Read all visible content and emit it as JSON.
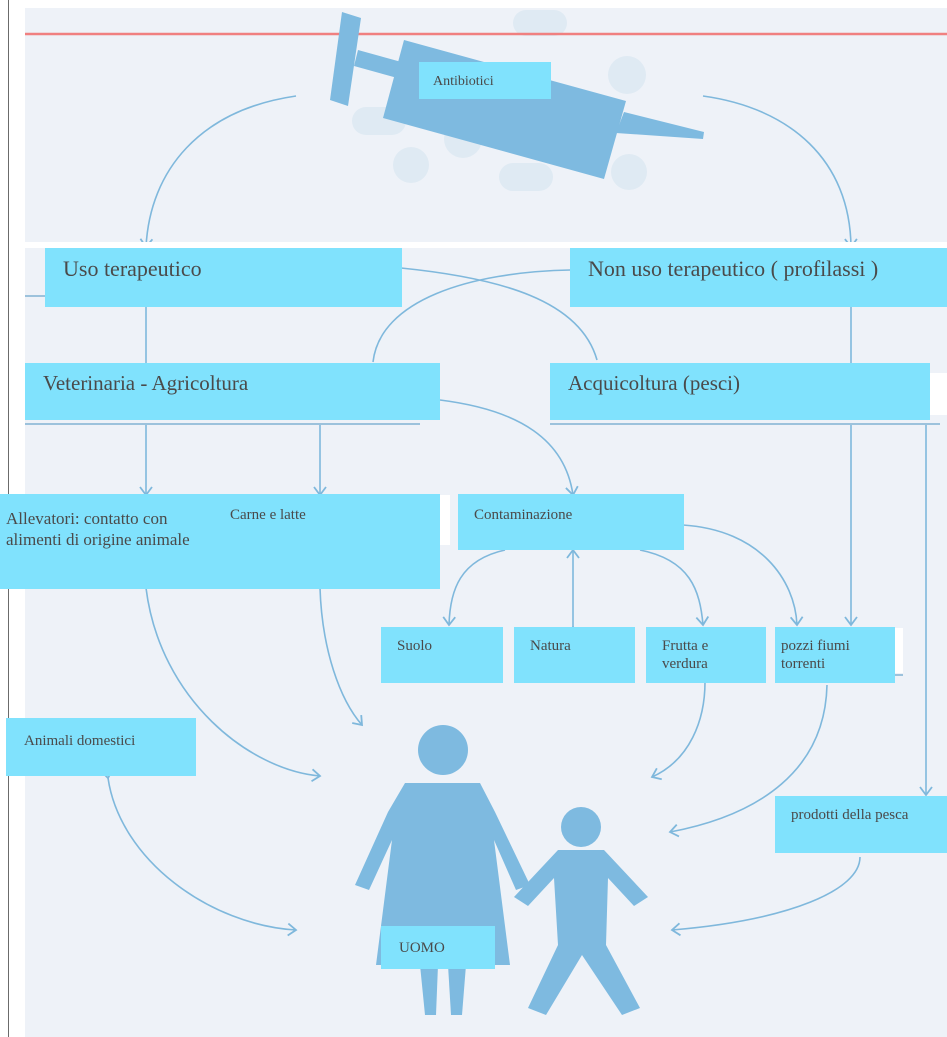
{
  "colors": {
    "background": "#eef2f8",
    "box_fill": "#80e2fd",
    "figure": "#7ebae0",
    "arrow": "#7fb8dc",
    "red_line": "#f08080",
    "text": "#4a4a4a"
  },
  "icons": [
    "syringe-icon",
    "pill-icon",
    "woman-figure-icon",
    "child-figure-icon"
  ],
  "nodes": {
    "antibiotici": "Antibiotici",
    "uso_terapeutico": "Uso terapeutico",
    "non_uso_terapeutico": "Non uso terapeutico ( profilassi )",
    "veterinaria": "Veterinaria - Agricoltura",
    "acquicoltura": "Acquicoltura (pesci)",
    "allevatori": "Allevatori: contatto con alimenti di origine animale",
    "carne_latte": "Carne e latte",
    "contaminazione": "Contaminazione",
    "suolo": "Suolo",
    "natura": "Natura",
    "frutta": "Frutta e verdura",
    "pozzi": "pozzi fiumi torrenti",
    "animali": "Animali domestici",
    "prodotti": "prodotti della pesca",
    "uomo": "UOMO"
  }
}
